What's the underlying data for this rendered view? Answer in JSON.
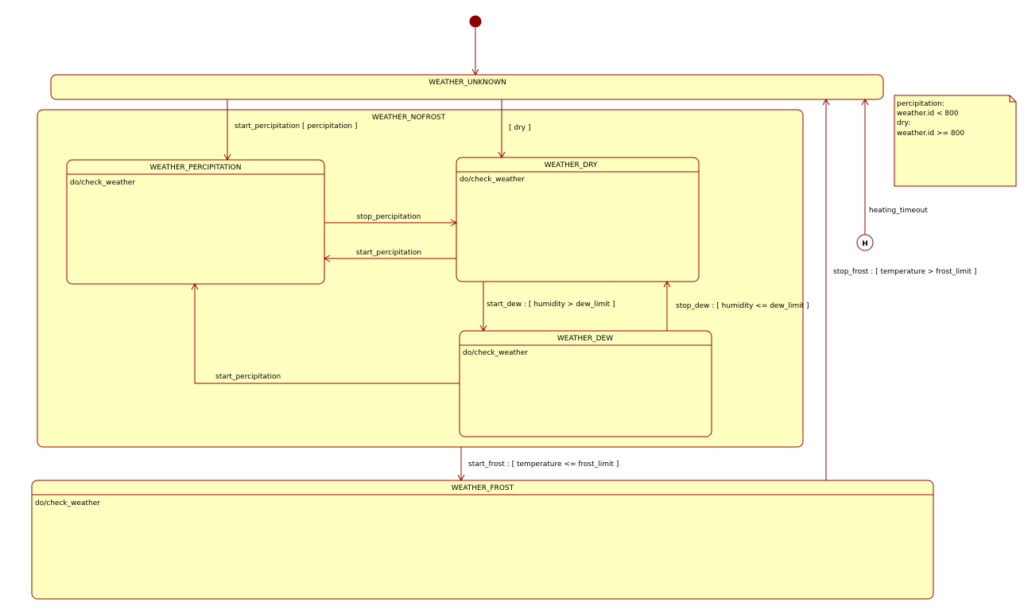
{
  "states": {
    "unknown": {
      "name": "WEATHER_UNKNOWN"
    },
    "nofrost": {
      "name": "WEATHER_NOFROST"
    },
    "percipitation": {
      "name": "WEATHER_PERCIPITATION",
      "activity": "do/check_weather"
    },
    "dry": {
      "name": "WEATHER_DRY",
      "activity": "do/check_weather"
    },
    "dew": {
      "name": "WEATHER_DEW",
      "activity": "do/check_weather"
    },
    "frost": {
      "name": "WEATHER_FROST",
      "activity": "do/check_weather"
    }
  },
  "history": {
    "label": "H"
  },
  "transitions": {
    "unknown_to_percipitation": "start_percipitation [ percipitation ]",
    "unknown_to_dry": "[ dry ]",
    "percipitation_to_dry": "stop_percipitation",
    "dry_to_percipitation": "start_percipitation",
    "dry_to_dew": "start_dew : [ humidity > dew_limit ]",
    "dew_to_dry": "stop_dew : [ humidity <= dew_limit ]",
    "dew_to_percipitation": "start_percipitation",
    "nofrost_to_frost": "start_frost : [ temperature <= frost_limit ]",
    "frost_to_unknown": "stop_frost : [ temperature > frost_limit ]",
    "history_to_unknown": "heating_timeout"
  },
  "note": {
    "lines": [
      "percipitation:",
      "weather.id < 800",
      "dry:",
      "weather.id >= 800"
    ]
  },
  "colors": {
    "state_fill": "#ffffc0",
    "line": "#990000",
    "initial": "#8b0000"
  }
}
